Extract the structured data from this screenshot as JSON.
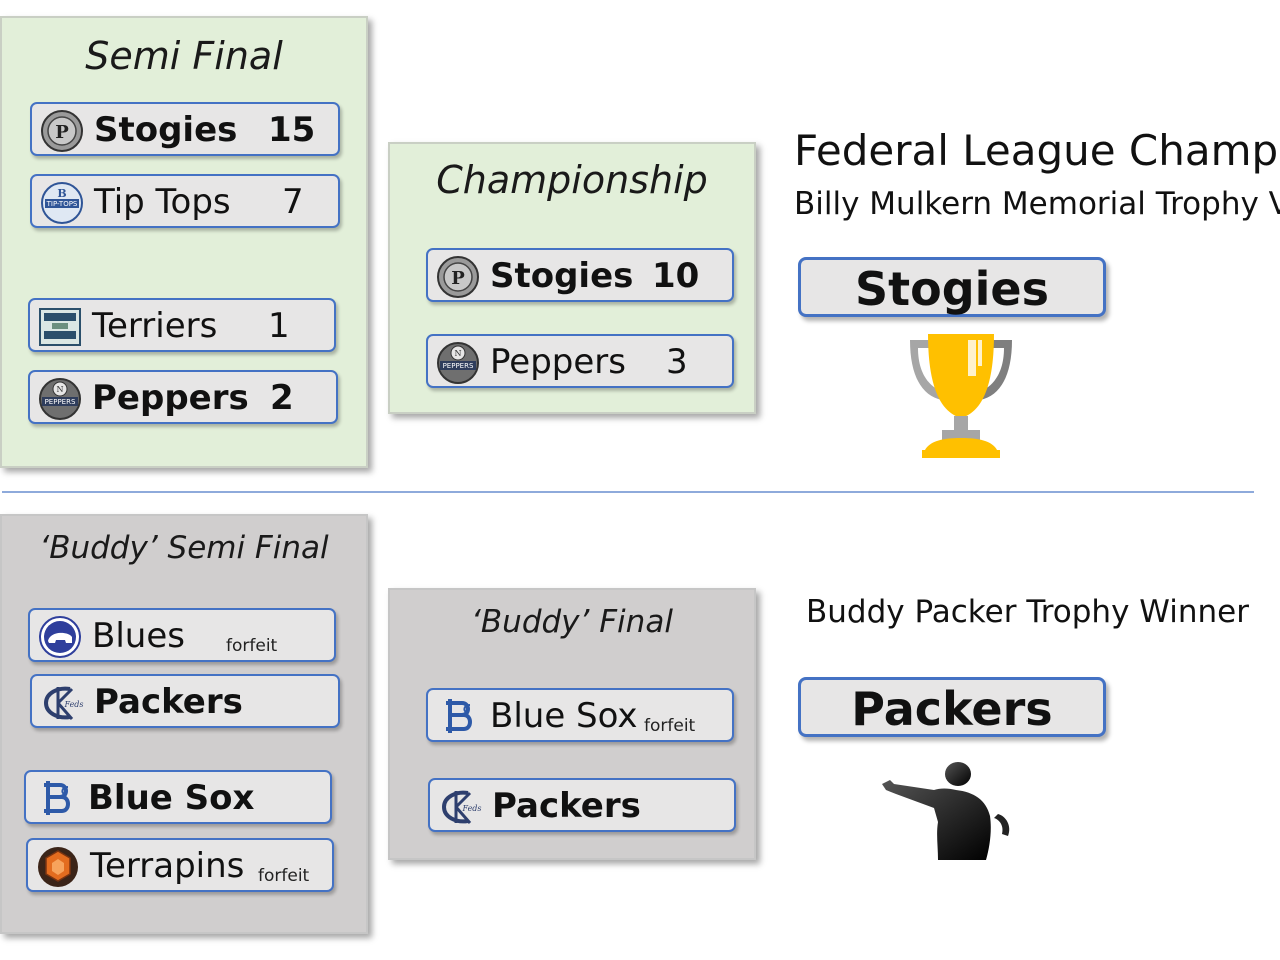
{
  "colors": {
    "accent": "#4472c4",
    "top_panel": "#e2efd9",
    "bottom_panel": "#d0cece",
    "trophy": "#ffc000"
  },
  "semi_final": {
    "title": "Semi Final",
    "games": [
      {
        "team1": {
          "name": "Stogies",
          "score": "15",
          "logo": "stogies-logo-icon",
          "winner": true
        },
        "team2": {
          "name": "Tip Tops",
          "score": "7",
          "logo": "tip-tops-logo-icon",
          "winner": false
        }
      },
      {
        "team1": {
          "name": "Terriers",
          "score": "1",
          "logo": "terriers-logo-icon",
          "winner": false
        },
        "team2": {
          "name": "Peppers",
          "score": "2",
          "logo": "peppers-logo-icon",
          "winner": true
        }
      }
    ]
  },
  "championship": {
    "title": "Championship",
    "team1": {
      "name": "Stogies",
      "score": "10",
      "logo": "stogies-logo-icon",
      "winner": true
    },
    "team2": {
      "name": "Peppers",
      "score": "3",
      "logo": "peppers-logo-icon",
      "winner": false
    }
  },
  "champion": {
    "title": "Federal League Champic",
    "subtitle": "Billy Mulkern Memorial Trophy V",
    "winner": "Stogies",
    "icon": "trophy-icon"
  },
  "buddy_semi_final": {
    "title": "‘Buddy’ Semi Final",
    "forfeit_label": "forfeit",
    "games": [
      {
        "team1": {
          "name": "Blues",
          "logo": "blues-logo-icon",
          "winner": false,
          "forfeit": true
        },
        "team2": {
          "name": "Packers",
          "logo": "packers-logo-icon",
          "winner": true,
          "forfeit": false
        }
      },
      {
        "team1": {
          "name": "Blue Sox",
          "logo": "blue-sox-logo-icon",
          "winner": true,
          "forfeit": false
        },
        "team2": {
          "name": "Terrapins",
          "logo": "terrapins-logo-icon",
          "winner": false,
          "forfeit": true
        }
      }
    ]
  },
  "buddy_final": {
    "title": "‘Buddy’ Final",
    "forfeit_label": "forfeit",
    "team1": {
      "name": "Blue Sox",
      "logo": "blue-sox-logo-icon",
      "winner": false,
      "forfeit": true
    },
    "team2": {
      "name": "Packers",
      "logo": "packers-logo-icon",
      "winner": true,
      "forfeit": false
    }
  },
  "buddy_trophy": {
    "title": "Buddy Packer Trophy Winner",
    "winner": "Packers",
    "icon": "umpire-silhouette-icon"
  }
}
